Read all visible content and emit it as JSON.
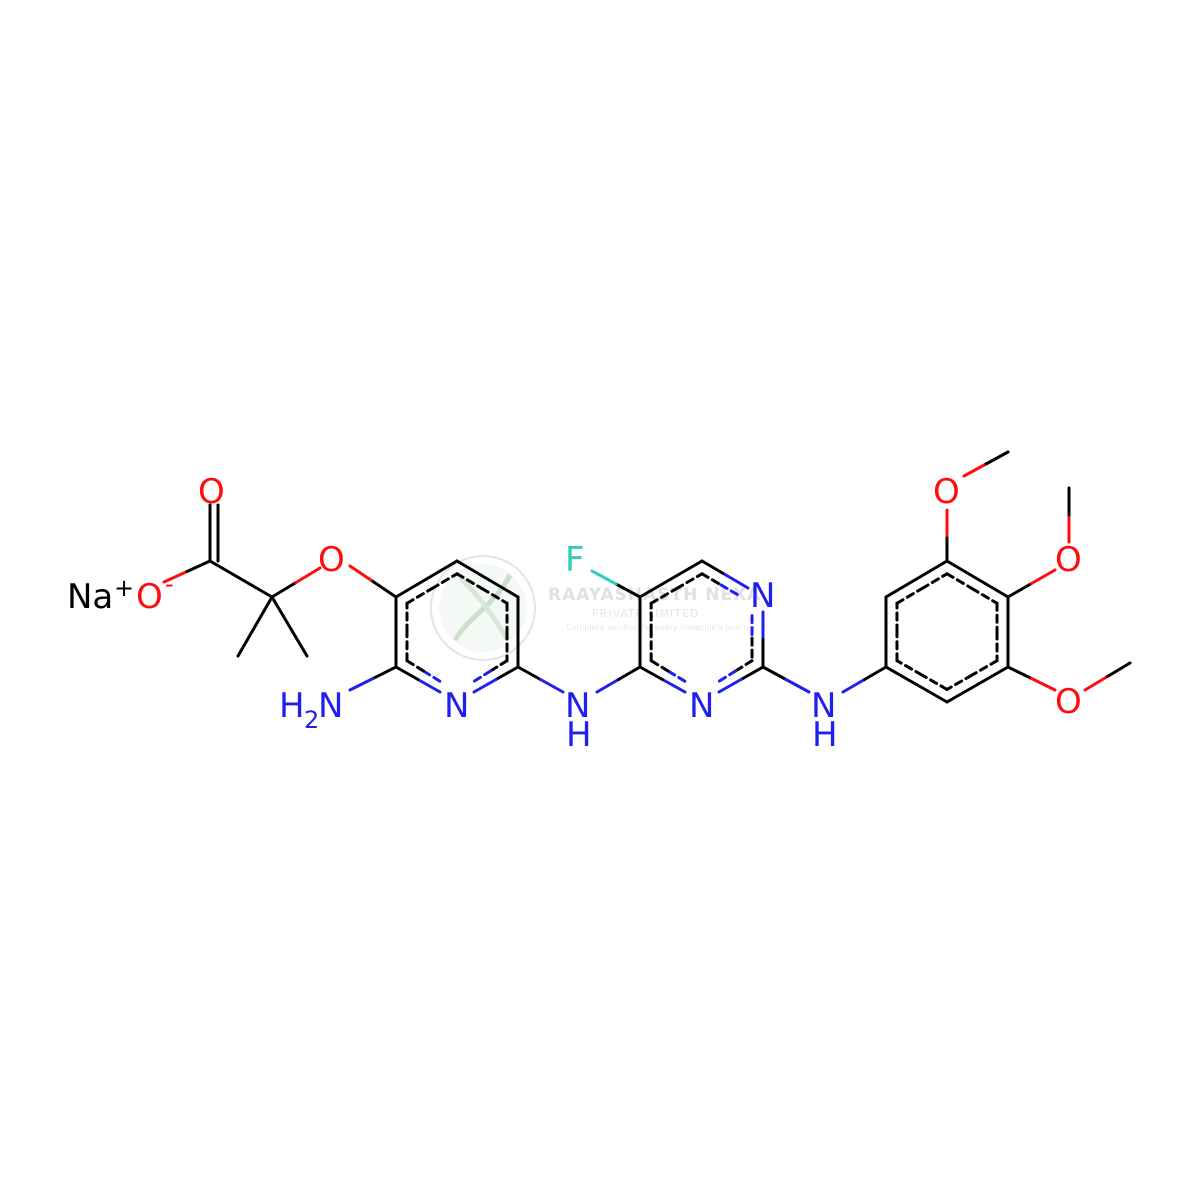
{
  "colors": {
    "carbon": "#000000",
    "oxygen": "#ff0d0d",
    "nitrogen": "#1f1ff0",
    "fluorine": "#33ccbb",
    "background": "#ffffff",
    "watermark": "#c9c9c9"
  },
  "labels": {
    "na": "Na",
    "plus": "+",
    "o": "O",
    "minus": "-",
    "n": "N",
    "h": "H",
    "two": "2",
    "f": "F"
  },
  "watermark": {
    "title": "RAAYASHASTH NEXA",
    "subtitle": "PRIVATE LIMITED",
    "tagline": "Complete solution for every molecule's journey",
    "icon": "dna-leaf-logo"
  }
}
